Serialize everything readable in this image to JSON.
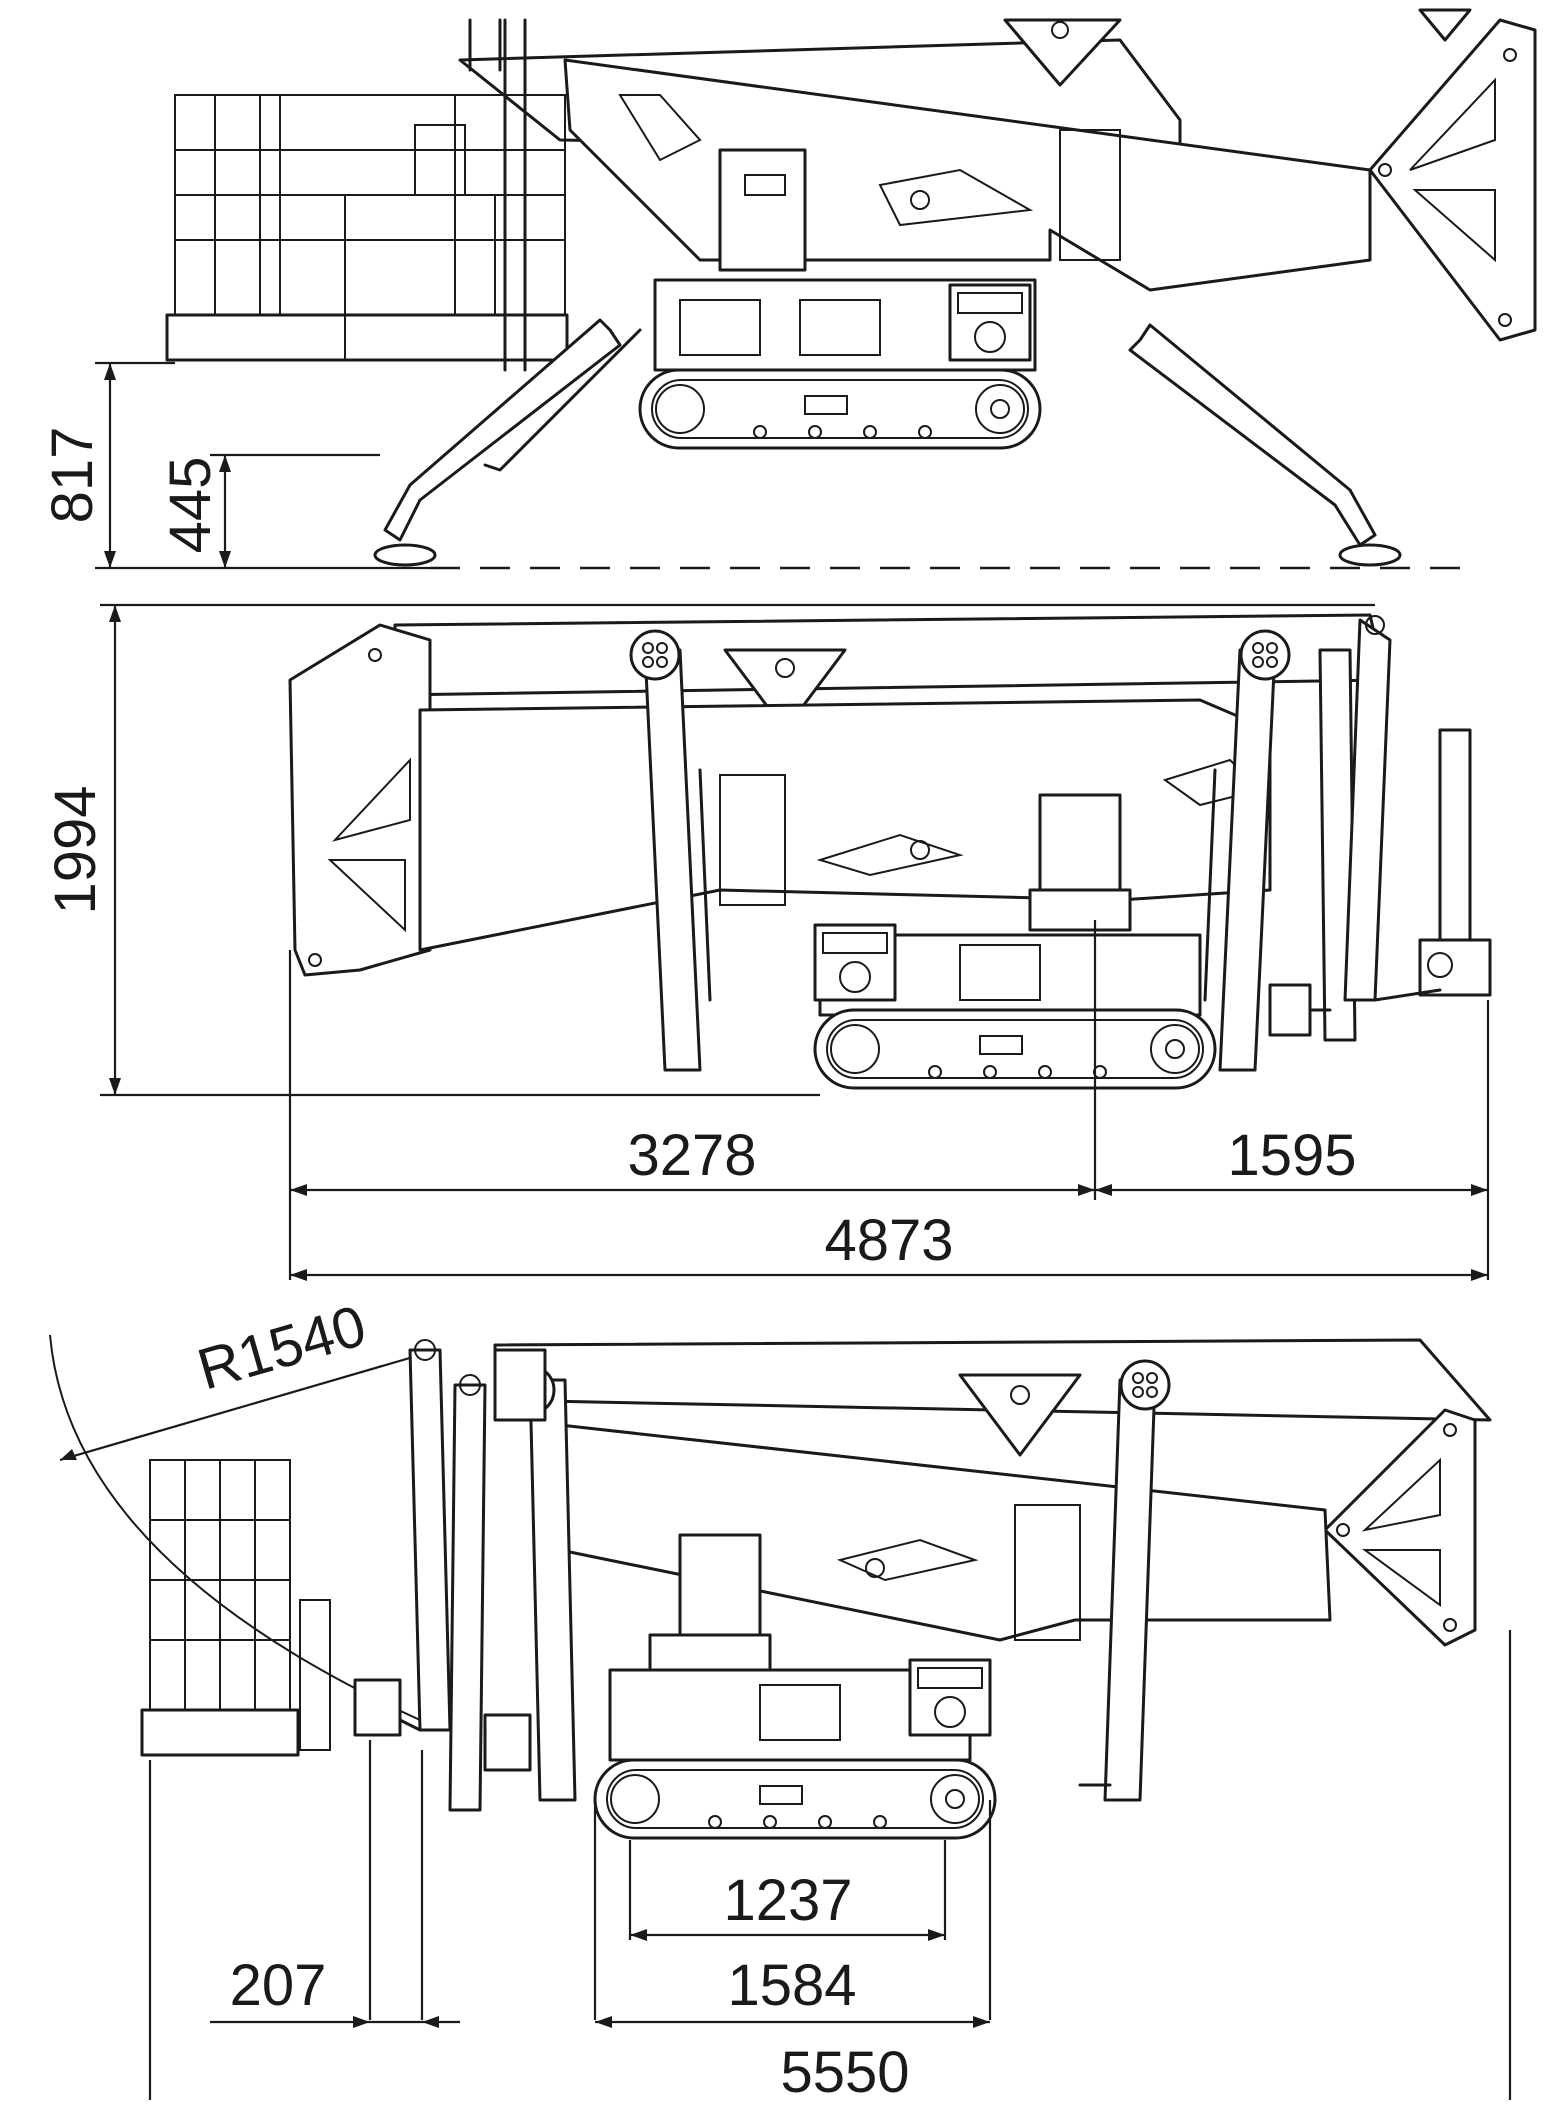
{
  "dimensions": {
    "side_overall_height": "817",
    "side_outrigger_height": "445",
    "stowed_height": "1994",
    "front_length": "3278",
    "rear_length": "1595",
    "stowed_length": "4873",
    "jib_radius": "R1540",
    "basket_offset": "207",
    "track_inner_width": "1237",
    "track_outer_width": "1584",
    "total_length": "5550"
  }
}
